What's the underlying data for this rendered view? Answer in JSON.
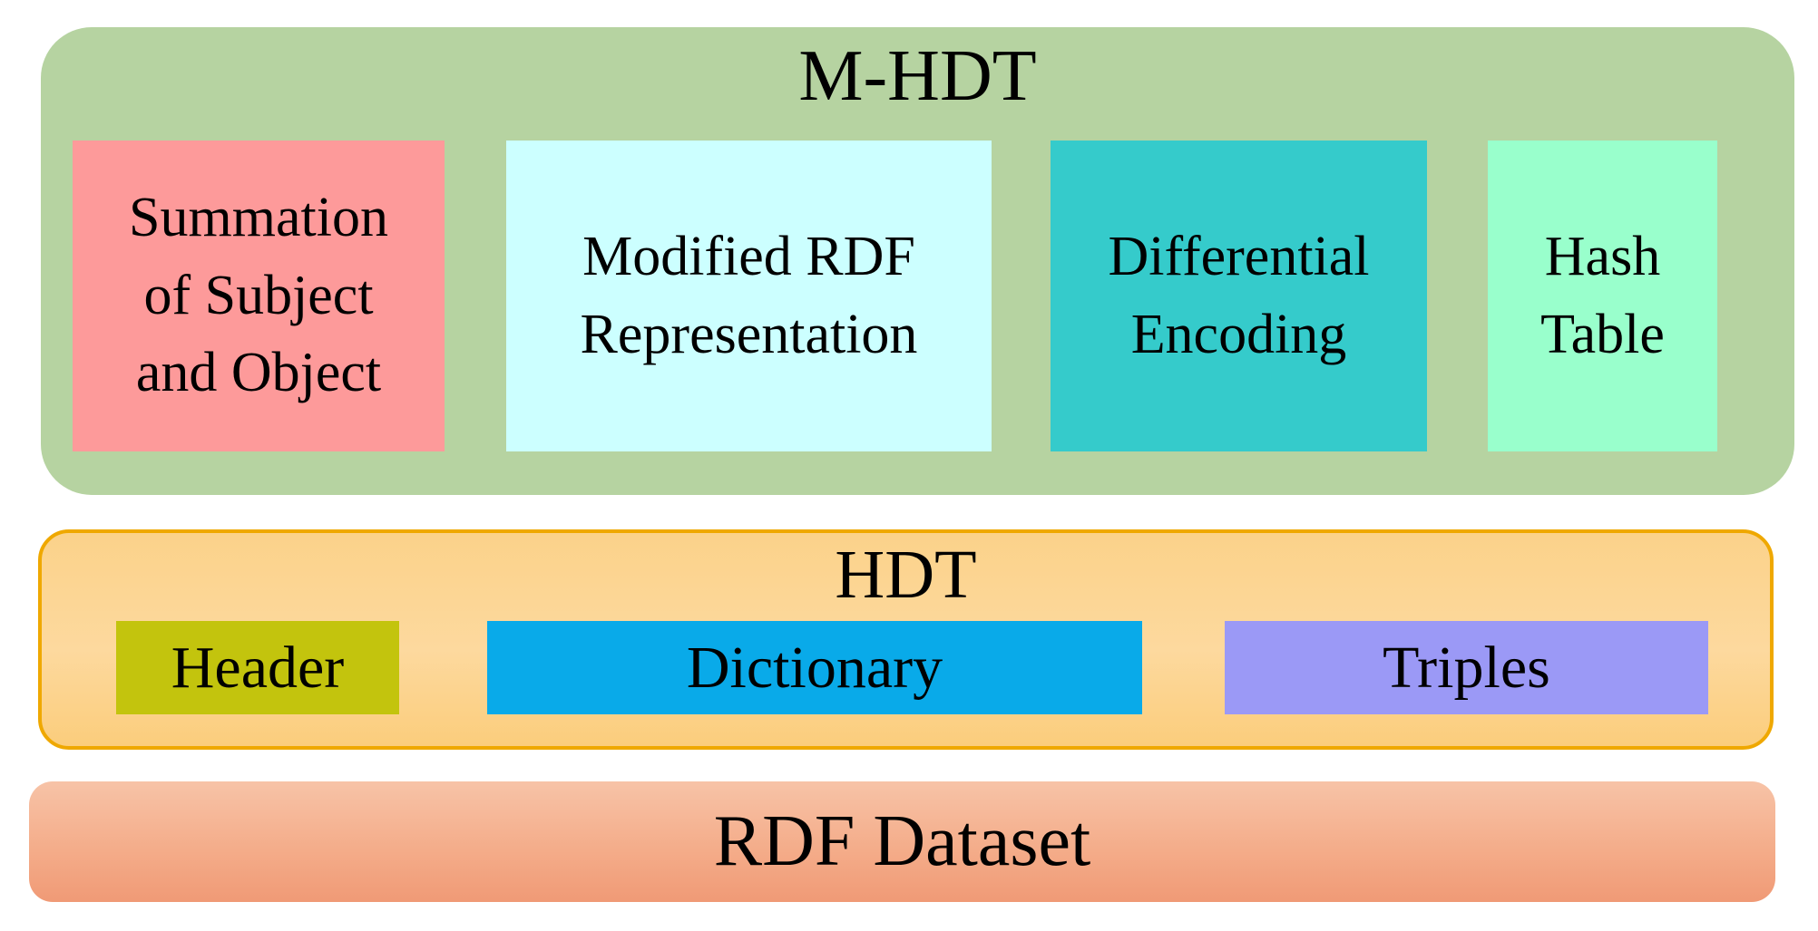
{
  "figure": {
    "background_color": "#ffffff",
    "text_color": "#000000"
  },
  "mhdt": {
    "title": "M-HDT",
    "fill": "#b6d3a1",
    "boxes": [
      {
        "name": "summation-of-subject-and-object",
        "fill": "#fd9a9a",
        "lines": [
          "Summation",
          "of Subject",
          "and Object"
        ]
      },
      {
        "name": "modified-rdf-representation",
        "fill": "#ccffff",
        "lines": [
          "Modified RDF",
          "Representation"
        ]
      },
      {
        "name": "differential-encoding",
        "fill": "#35cbcb",
        "lines": [
          "Differential",
          "Encoding"
        ]
      },
      {
        "name": "hash-table",
        "fill": "#99ffcc",
        "lines": [
          "Hash",
          "Table"
        ]
      }
    ]
  },
  "hdt": {
    "title": "HDT",
    "fill_top": "#fbd28a",
    "fill_bottom": "#fbcd7c",
    "border_color": "#efa800",
    "boxes": [
      {
        "name": "header",
        "fill": "#c3c40d",
        "label": "Header"
      },
      {
        "name": "dictionary",
        "fill": "#09aae9",
        "label": "Dictionary"
      },
      {
        "name": "triples",
        "fill": "#9b99f6",
        "label": "Triples"
      }
    ]
  },
  "rdf": {
    "label": "RDF Dataset",
    "fill_top": "#f7c3a7",
    "fill_bottom": "#f09a76"
  }
}
